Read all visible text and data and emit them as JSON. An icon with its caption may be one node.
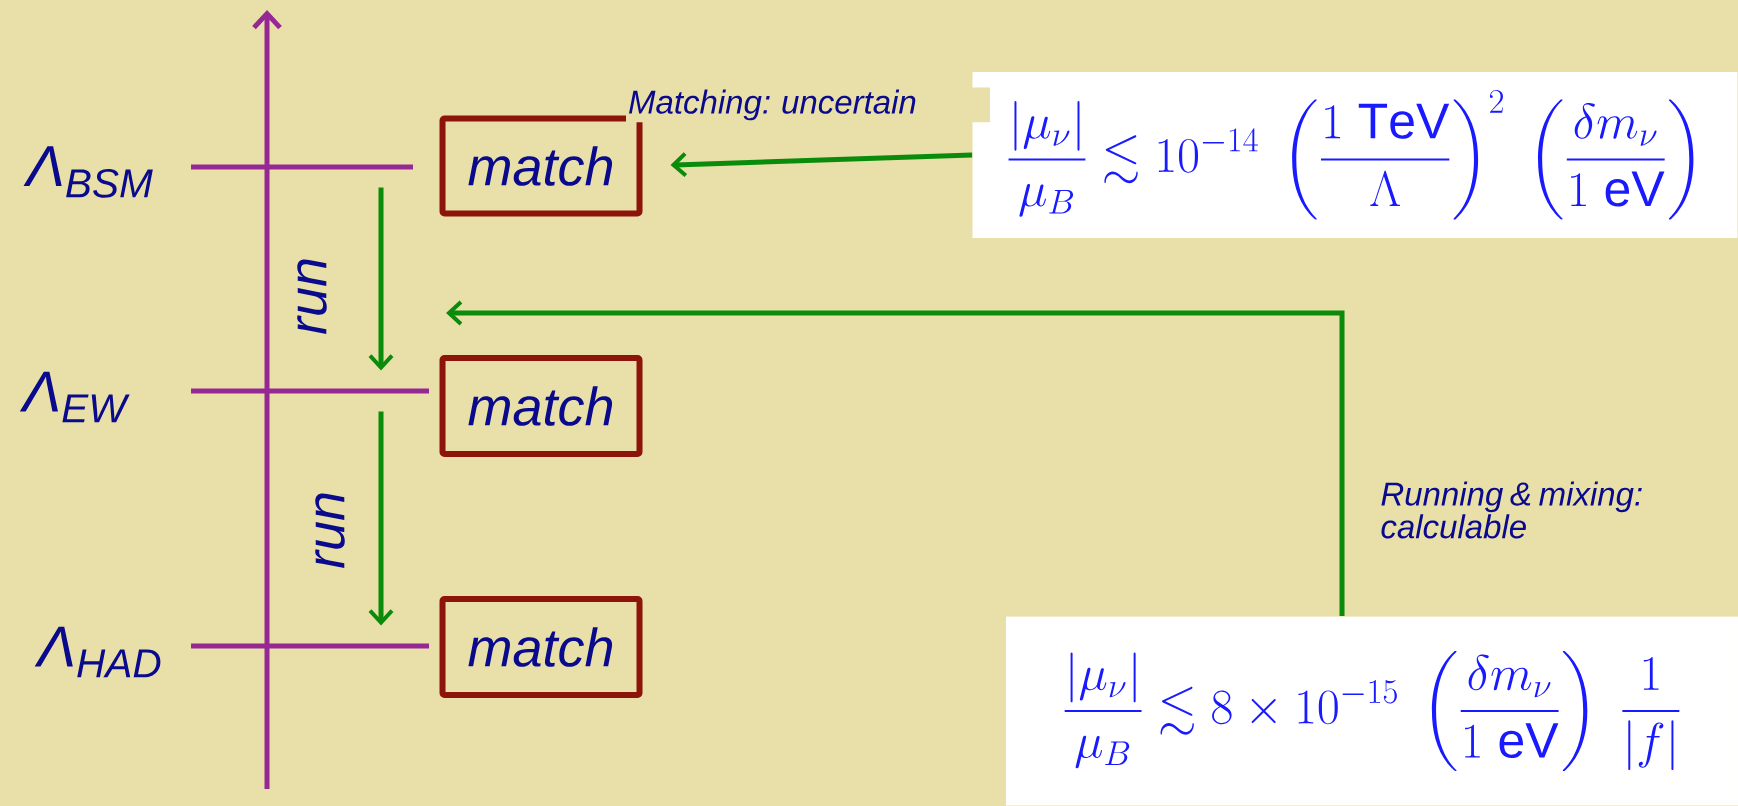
{
  "diagram": {
    "nodes": [
      {
        "text": [],
        "shape": "bar",
        "beside": [
          "Λ$_{BSM}$"
        ]
      },
      {
        "text": [
          "match"
        ]
      },
      {
        "text": [
          "\\frac{|\\mu_\\nu|}{\\mu_B} \\lesssim 10^{-14}\\ \\left(\\frac{1\\ \\mathrm{TeV}}{\\Lambda}\\right)^2\\ \\left(\\frac{\\delta m_\\nu}{1\\ \\mathrm{eV}}\\right)"
        ]
      },
      {
        "text": [],
        "shape": "bar",
        "beside": [
          "Λ$_{EW}$"
        ]
      },
      {
        "text": [
          "match"
        ]
      },
      {
        "text": [],
        "shape": "bar",
        "beside": [
          "Λ$_{HAD}$"
        ]
      },
      {
        "text": [
          "match"
        ]
      },
      {
        "text": [
          "\\frac{|\\mu_\\nu|}{\\mu_B} \\lesssim 8 \\times 10^{-15}\\ \\left(\\frac{\\delta m_\\nu}{1\\ \\mathrm{eV}}\\right)\\ \\frac{1}{|f|}"
        ]
      }
    ],
    "edges": [
      {
        "from": 2,
        "to": 1,
        "arrow": "to",
        "label": "Matching: uncertain"
      },
      {
        "from": 7,
        "to": null,
        "arrow": "to",
        "label": "Running & mixing: calculable"
      },
      {
        "from": 0,
        "to": 3,
        "arrow": "to",
        "label": "run"
      },
      {
        "from": 3,
        "to": 5,
        "arrow": "to",
        "label": "run"
      }
    ]
  }
}
